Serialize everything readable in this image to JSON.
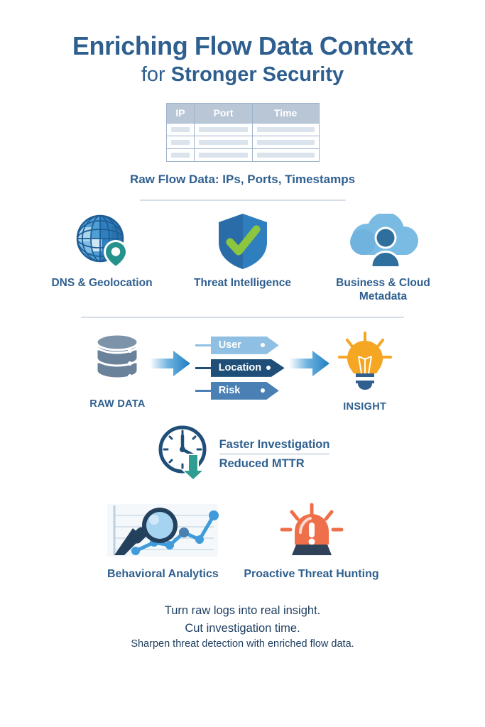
{
  "title": {
    "line1": "Enriching Flow Data Context",
    "line2_thin": "for ",
    "line2_bold": "Stronger Security"
  },
  "flow_table": {
    "headers": [
      "IP",
      "Port",
      "Time"
    ],
    "rows": [
      [
        "",
        "",
        ""
      ],
      [
        "",
        "",
        ""
      ],
      [
        "",
        "",
        ""
      ]
    ],
    "caption": "Raw Flow Data: IPs, Ports, Timestamps"
  },
  "sources": [
    {
      "label": "DNS & Geolocation",
      "icon": "globe-pin-icon"
    },
    {
      "label": "Threat Intelligence",
      "icon": "shield-check-icon"
    },
    {
      "label": "Business & Cloud Metadata",
      "icon": "cloud-user-icon"
    }
  ],
  "pipeline": {
    "raw_label": "RAW DATA",
    "raw_icon": "database-icon",
    "arrow_icon": "right-arrow-icon",
    "tags": [
      {
        "label": "User",
        "color": "#8fc0e3"
      },
      {
        "label": "Location",
        "color": "#1f4e79"
      },
      {
        "label": "Risk",
        "color": "#4a80b4"
      }
    ],
    "insight_label": "INSIGHT",
    "insight_icon": "lightbulb-icon"
  },
  "benefit": {
    "icon": "clock-down-arrow-icon",
    "line1": "Faster Investigation",
    "line2": "Reduced MTTR"
  },
  "outcomes": [
    {
      "label": "Behavioral Analytics",
      "icon": "chart-magnifier-icon"
    },
    {
      "label": "Proactive Threat Hunting",
      "icon": "siren-alert-icon"
    }
  ],
  "footer": {
    "line1": "Turn raw logs into real insight.",
    "line2": "Cut investigation time.",
    "line3": "Sharpen threat detection with enriched flow data."
  },
  "colors": {
    "brand_blue": "#2f5f8f",
    "navy": "#1f4e79",
    "teal": "#2a9089",
    "green": "#8cc63f",
    "orange": "#f5a623",
    "coral": "#ef6f4a",
    "slate": "#6b829b"
  }
}
